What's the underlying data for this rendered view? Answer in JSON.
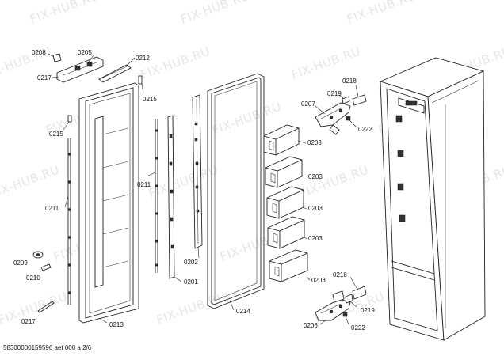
{
  "watermark": "FIX-HUB.RU",
  "footer": "58300000159596 aet 000 a 2/6",
  "labels": {
    "p0208": "0208",
    "p0205": "0205",
    "p0212": "0212",
    "p0217a": "0217",
    "p0215a": "0215",
    "p0215b": "0215",
    "p0211a": "0211",
    "p0211b": "0211",
    "p0209": "0209",
    "p0210": "0210",
    "p0217b": "0217",
    "p0213": "0213",
    "p0202": "0202",
    "p0201": "0201",
    "p0214": "0214",
    "p0218a": "0218",
    "p0219a": "0219",
    "p0207": "0207",
    "p0222a": "0222",
    "p0203a": "0203",
    "p0203b": "0203",
    "p0203c": "0203",
    "p0203d": "0203",
    "p0203e": "0203",
    "p0218b": "0218",
    "p0219b": "0219",
    "p0206": "0206",
    "p0222b": "0222"
  }
}
